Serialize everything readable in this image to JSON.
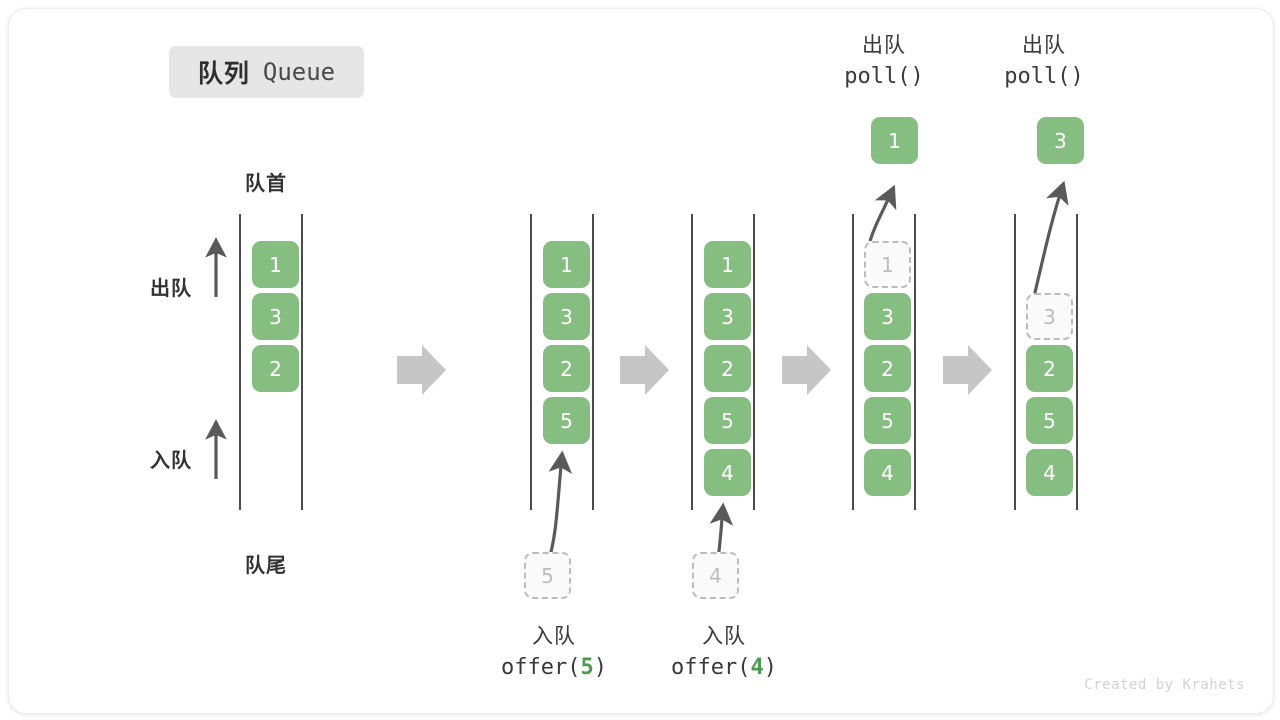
{
  "diagram": {
    "title_cn": "队列",
    "title_en": "Queue",
    "front_label": "队首",
    "rear_label": "队尾",
    "dequeue_label": "出队",
    "enqueue_label": "入队",
    "credit": "Created by Krahets",
    "accent_color": "#86bd80",
    "ghost_color": "#bcbcbc",
    "arrow_color": "#5a5a5a",
    "block_arrow_color": "#c6c6c6"
  },
  "steps": [
    {
      "id": "initial",
      "cells": [
        "1",
        "3",
        "2"
      ],
      "ghost_in_column": null,
      "ghost_below": null,
      "popped": null,
      "op_line1": null,
      "op_line2": null,
      "op_num": null
    },
    {
      "id": "offer-5",
      "cells": [
        "1",
        "3",
        "2",
        "5"
      ],
      "ghost_in_column": null,
      "ghost_below": "5",
      "popped": null,
      "op_line1": "入队",
      "op_line2_prefix": "offer(",
      "op_num": "5",
      "op_line2_suffix": ")"
    },
    {
      "id": "offer-4",
      "cells": [
        "1",
        "3",
        "2",
        "5",
        "4"
      ],
      "ghost_in_column": null,
      "ghost_below": "4",
      "popped": null,
      "op_line1": "入队",
      "op_line2_prefix": "offer(",
      "op_num": "4",
      "op_line2_suffix": ")"
    },
    {
      "id": "poll-1",
      "cells": [
        "3",
        "2",
        "5",
        "4"
      ],
      "ghost_in_column": "1",
      "ghost_below": null,
      "popped": "1",
      "op_line1": "出队",
      "op_line2_prefix": "poll()",
      "op_num": null,
      "op_line2_suffix": ""
    },
    {
      "id": "poll-3",
      "cells": [
        "2",
        "5",
        "4"
      ],
      "ghost_in_column": "3",
      "ghost_below": null,
      "popped": "3",
      "op_line1": "出队",
      "op_line2_prefix": "poll()",
      "op_num": null,
      "op_line2_suffix": ""
    }
  ]
}
